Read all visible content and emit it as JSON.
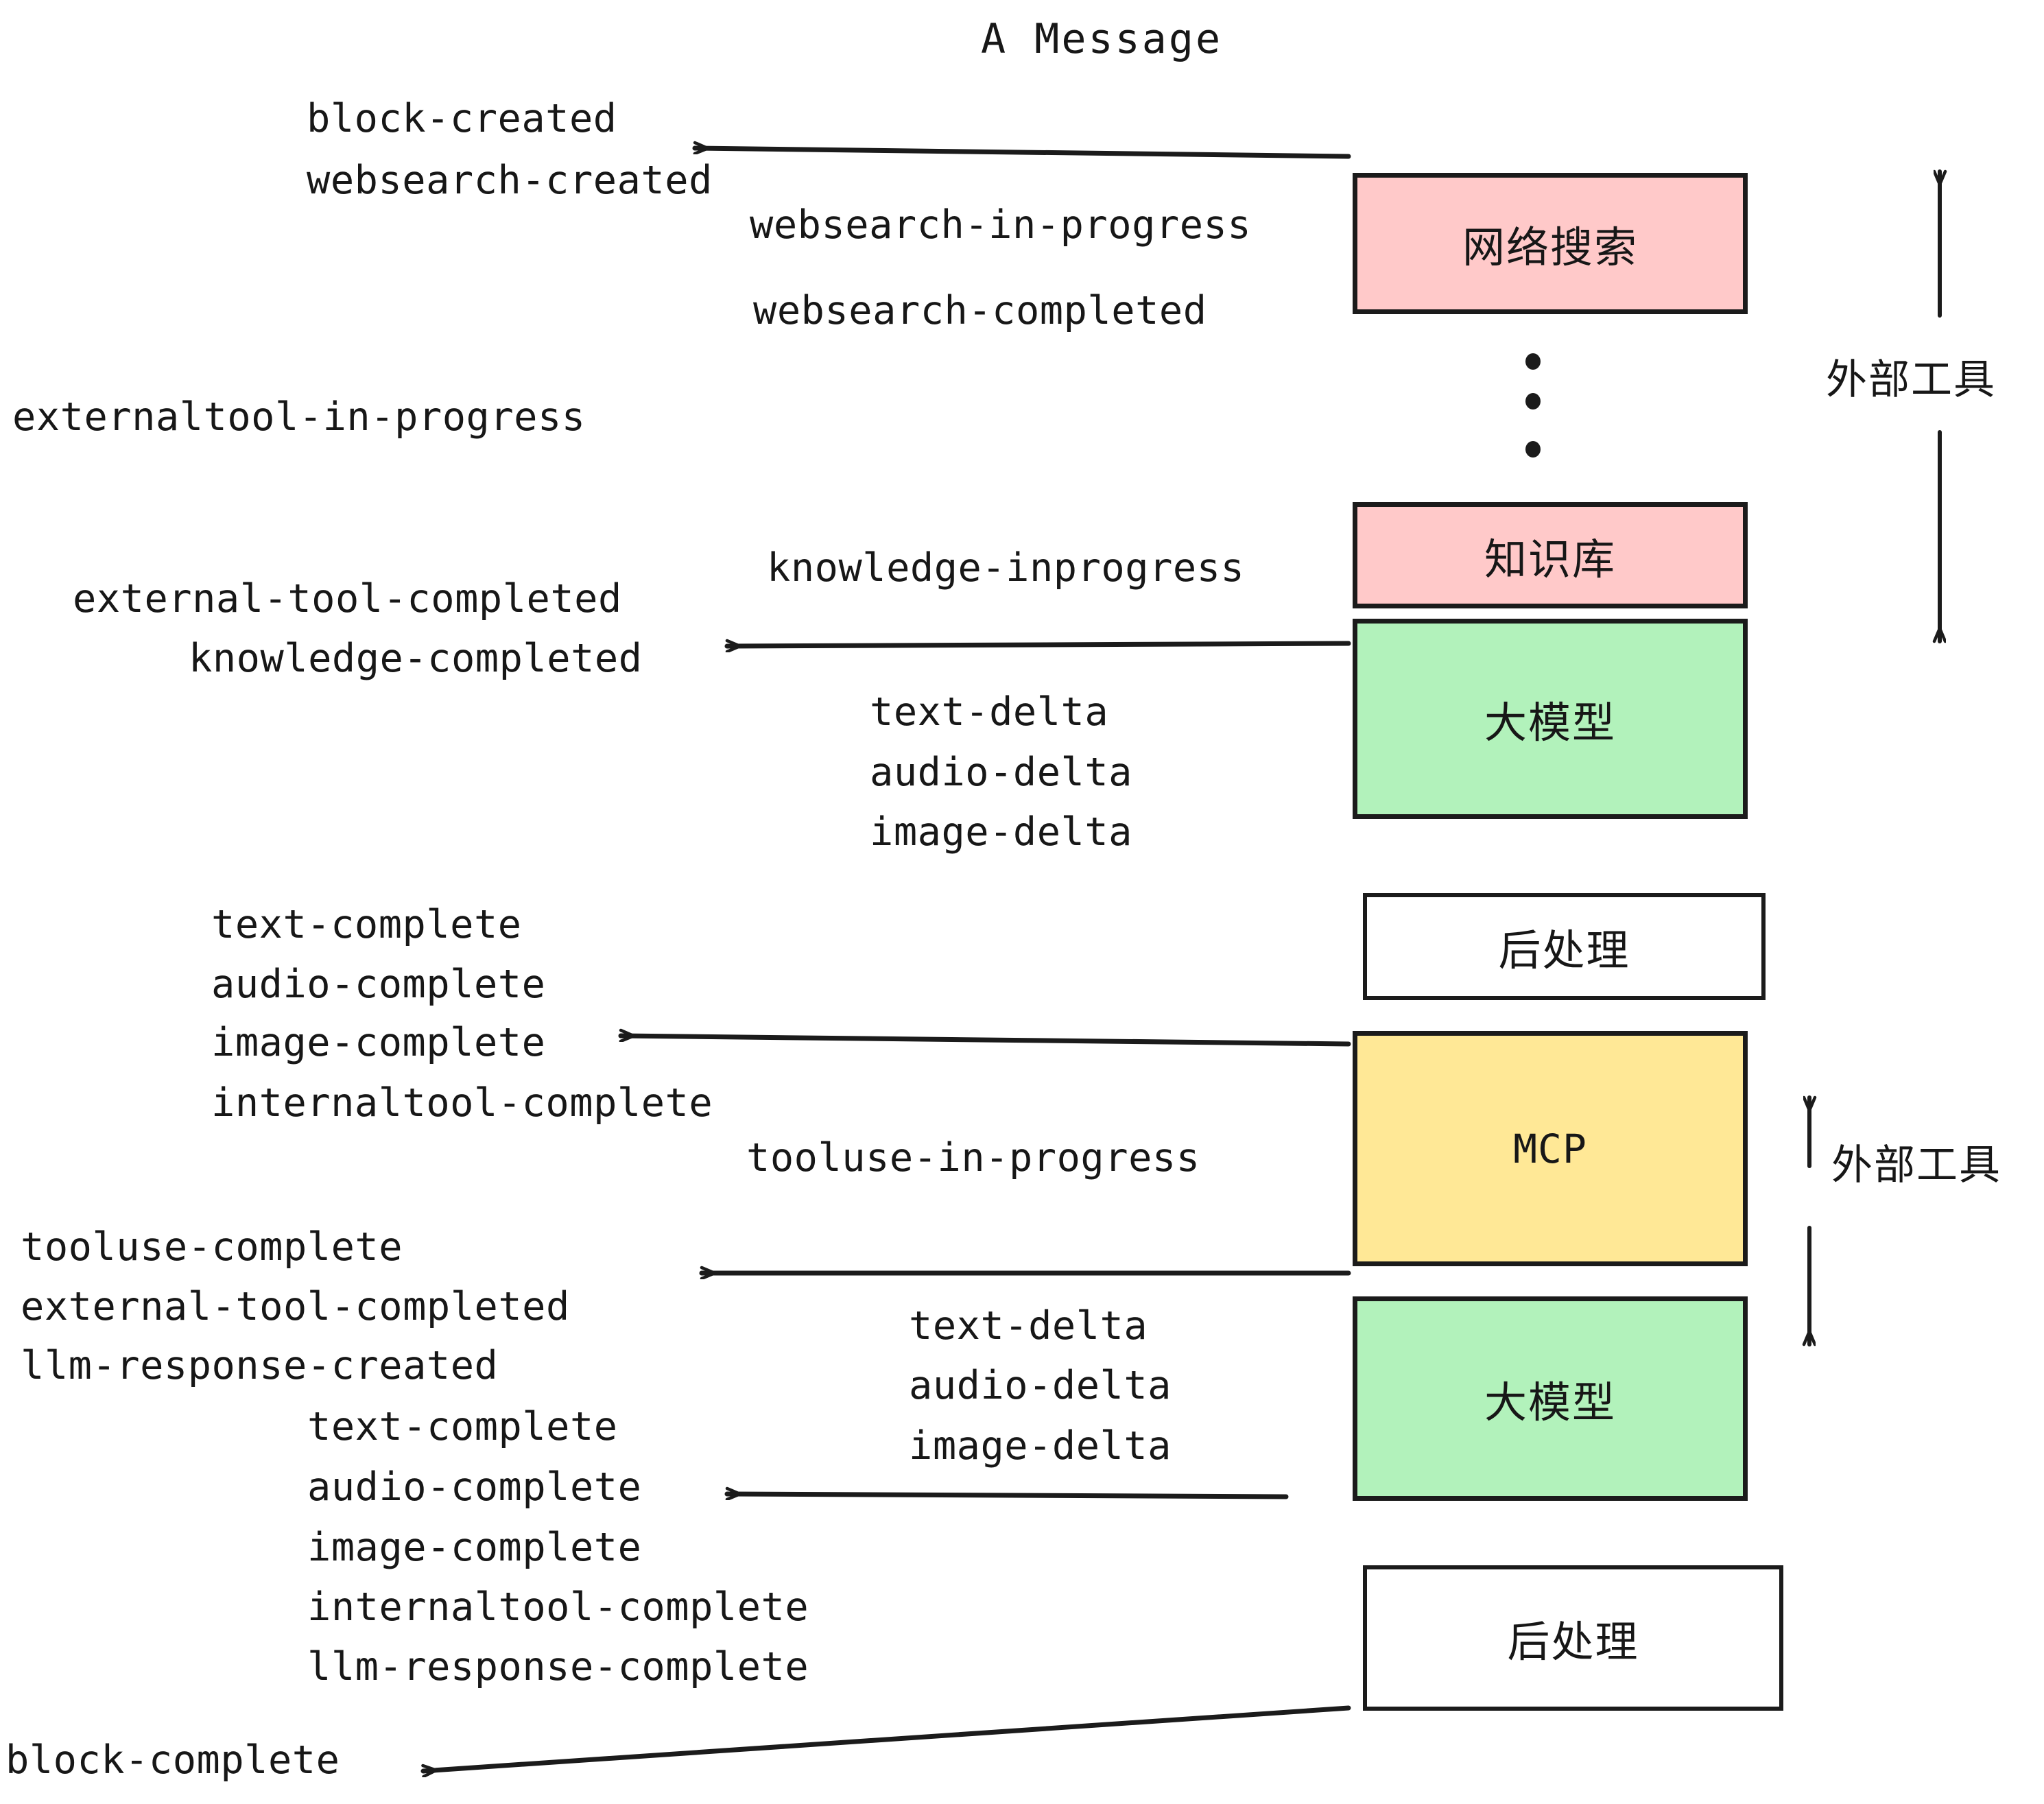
{
  "diagram": {
    "title": "A Message",
    "colors": {
      "pink": "#FFC9C9",
      "green": "#B2F2BB",
      "yellow": "#FFE896",
      "white": "#FFFFFF",
      "stroke": "#1B1B1B",
      "text": "#171717",
      "background": "#FFFFFF"
    },
    "boxes": [
      {
        "id": "websearch",
        "label": "网络搜索",
        "fill": "#FFC9C9"
      },
      {
        "id": "knowledge",
        "label": "知识库",
        "fill": "#FFC9C9"
      },
      {
        "id": "llm-1",
        "label": "大模型",
        "fill": "#B2F2BB"
      },
      {
        "id": "postprocess-1",
        "label": "后处理",
        "fill": "#FFFFFF"
      },
      {
        "id": "mcp",
        "label": "MCP",
        "fill": "#FFE896"
      },
      {
        "id": "llm-2",
        "label": "大模型",
        "fill": "#B2F2BB"
      },
      {
        "id": "postprocess-2",
        "label": "后处理",
        "fill": "#FFFFFF"
      }
    ],
    "side_annotations": [
      {
        "id": "external-tools-top",
        "label": "外部工具"
      },
      {
        "id": "external-tools-bottom",
        "label": "外部工具"
      }
    ],
    "ellipsis": {
      "count": 3,
      "meaning": "more external tools"
    },
    "events": [
      {
        "id": "block-created",
        "text": "block-created"
      },
      {
        "id": "websearch-created",
        "text": "websearch-created"
      },
      {
        "id": "websearch-in-progress",
        "text": "websearch-in-progress"
      },
      {
        "id": "websearch-completed",
        "text": "websearch-completed"
      },
      {
        "id": "externaltool-in-progress",
        "text": "externaltool-in-progress"
      },
      {
        "id": "knowledge-inprogress",
        "text": "knowledge-inprogress"
      },
      {
        "id": "external-tool-completed-1",
        "text": "external-tool-completed"
      },
      {
        "id": "knowledge-completed",
        "text": "knowledge-completed"
      },
      {
        "id": "text-delta-1",
        "text": "text-delta"
      },
      {
        "id": "audio-delta-1",
        "text": "audio-delta"
      },
      {
        "id": "image-delta-1",
        "text": "image-delta"
      },
      {
        "id": "text-complete-1",
        "text": "text-complete"
      },
      {
        "id": "audio-complete-1",
        "text": "audio-complete"
      },
      {
        "id": "image-complete-1",
        "text": "image-complete"
      },
      {
        "id": "internaltool-complete-1",
        "text": "internaltool-complete"
      },
      {
        "id": "tooluse-in-progress",
        "text": "tooluse-in-progress"
      },
      {
        "id": "tooluse-complete",
        "text": "tooluse-complete"
      },
      {
        "id": "external-tool-completed-2",
        "text": "external-tool-completed"
      },
      {
        "id": "llm-response-created",
        "text": "llm-response-created"
      },
      {
        "id": "text-delta-2",
        "text": "text-delta"
      },
      {
        "id": "audio-delta-2",
        "text": "audio-delta"
      },
      {
        "id": "image-delta-2",
        "text": "image-delta"
      },
      {
        "id": "text-complete-2",
        "text": "text-complete"
      },
      {
        "id": "audio-complete-2",
        "text": "audio-complete"
      },
      {
        "id": "image-complete-2",
        "text": "image-complete"
      },
      {
        "id": "internaltool-complete-2",
        "text": "internaltool-complete"
      },
      {
        "id": "llm-response-complete",
        "text": "llm-response-complete"
      },
      {
        "id": "block-complete",
        "text": "block-complete"
      }
    ]
  }
}
